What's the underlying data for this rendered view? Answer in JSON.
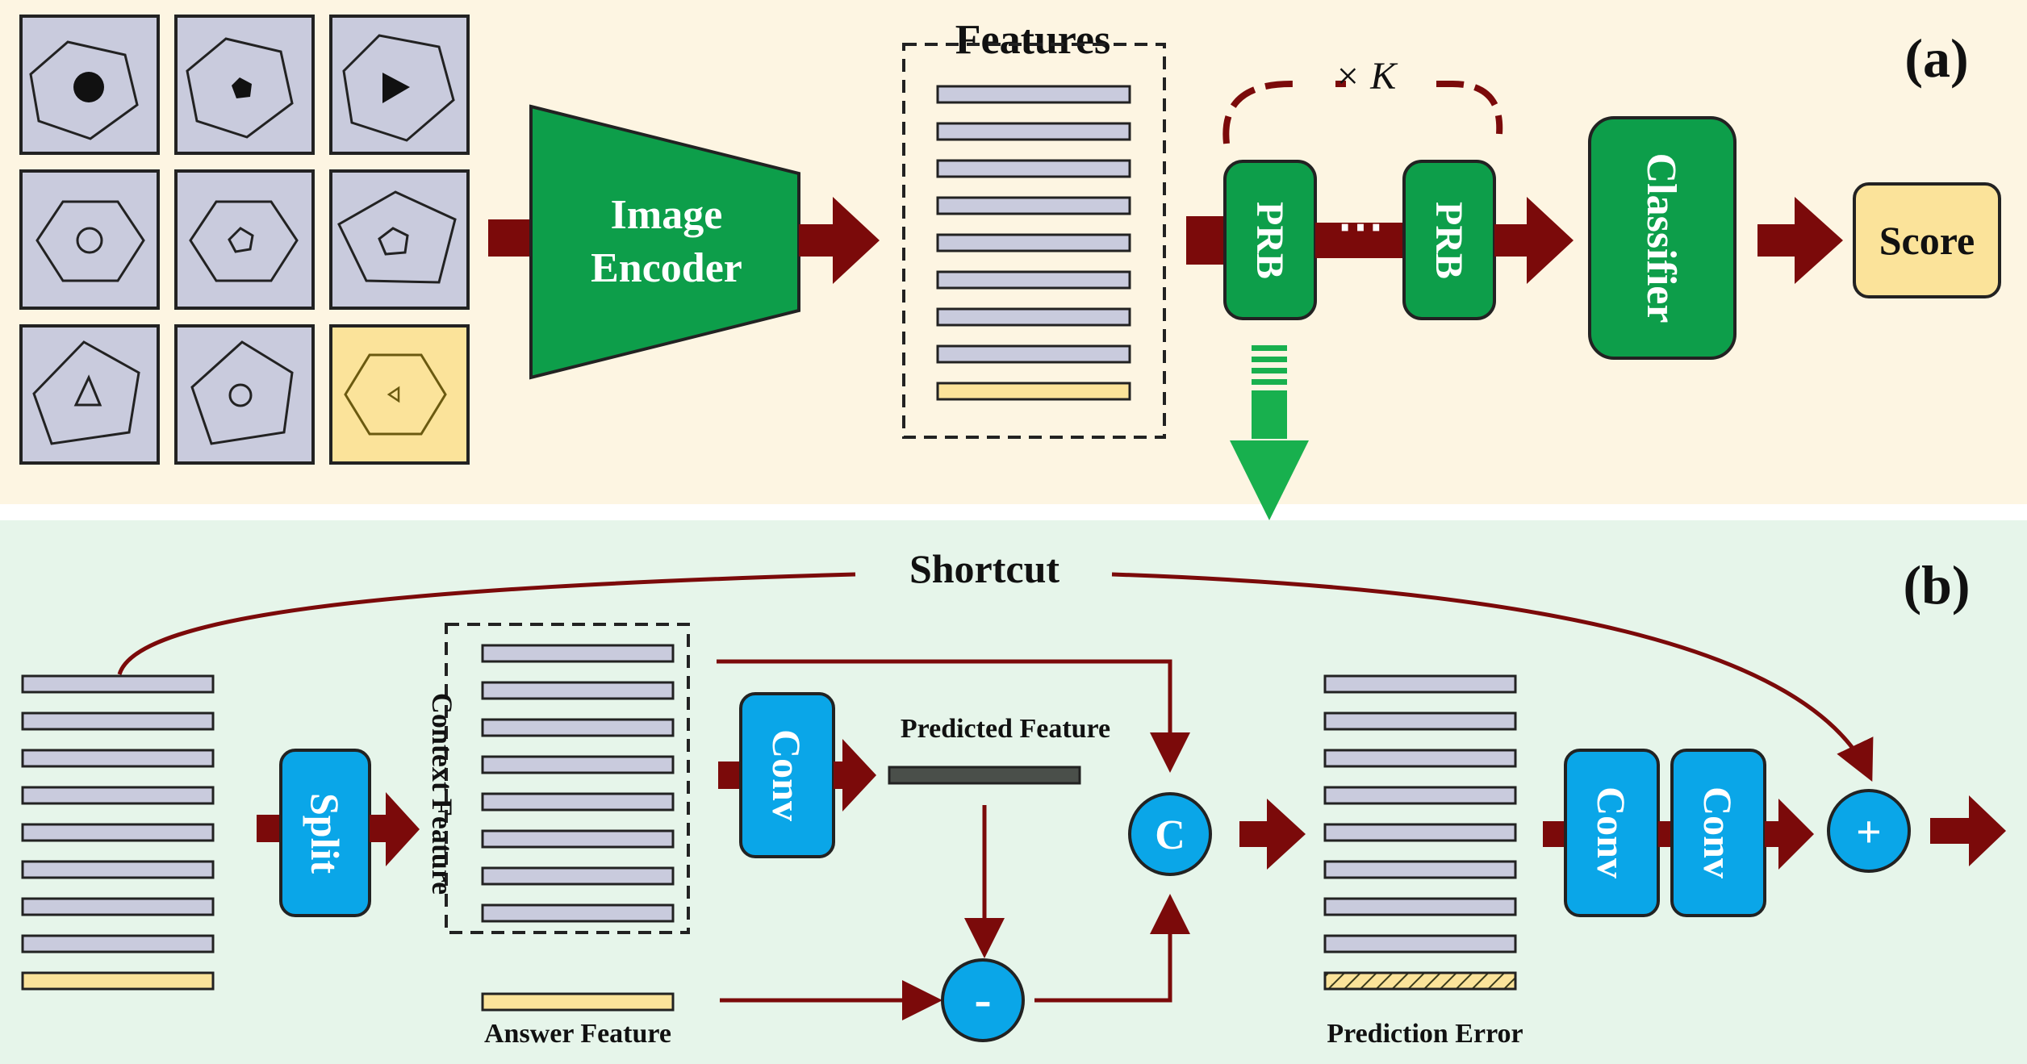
{
  "panel_a": {
    "label": "(a)",
    "encoder_line1": "Image",
    "encoder_line2": "Encoder",
    "features_title": "Features",
    "repeat_label": "× K",
    "prb1_label": "PRB",
    "prb_ellipsis": "⋯",
    "prb2_label": "PRB",
    "classifier_label": "Classifier",
    "score_label": "Score"
  },
  "panel_b": {
    "label": "(b)",
    "shortcut_label": "Shortcut",
    "split_label": "Split",
    "context_feature_label": "Context Feature",
    "conv1_label": "Conv",
    "predicted_feature_label": "Predicted Feature",
    "concat_label": "C",
    "minus_label": "-",
    "answer_feature_label": "Answer Feature",
    "prediction_error_label": "Prediction Error",
    "conv2_label": "Conv",
    "conv3_label": "Conv",
    "plus_label": "+"
  },
  "colors": {
    "panel_a_bg": "#fdf5e2",
    "panel_b_bg": "#e6f5ea",
    "encoder_green": "#0d9e4a",
    "conv_blue": "#0aa6e8",
    "arrow_red": "#7b0a0a",
    "feature_bar": "#c9cbdd",
    "answer_bar": "#fbe39a",
    "predicted_bar": "#4a4f4a",
    "down_arrow_green": "#18b04e"
  },
  "puzzle_cells": [
    {
      "bg": "gray",
      "outer": "hexagon",
      "inner": "filled-circle"
    },
    {
      "bg": "gray",
      "outer": "hexagon",
      "inner": "filled-pentagon"
    },
    {
      "bg": "gray",
      "outer": "hexagon",
      "inner": "filled-triangle"
    },
    {
      "bg": "gray",
      "outer": "hexagon",
      "inner": "circle"
    },
    {
      "bg": "gray",
      "outer": "hexagon",
      "inner": "pentagon"
    },
    {
      "bg": "gray",
      "outer": "pentagon",
      "inner": "pentagon"
    },
    {
      "bg": "gray",
      "outer": "pentagon",
      "inner": "triangle"
    },
    {
      "bg": "gray",
      "outer": "pentagon",
      "inner": "circle"
    },
    {
      "bg": "yellow",
      "outer": "hexagon",
      "inner": "small-triangle"
    }
  ]
}
